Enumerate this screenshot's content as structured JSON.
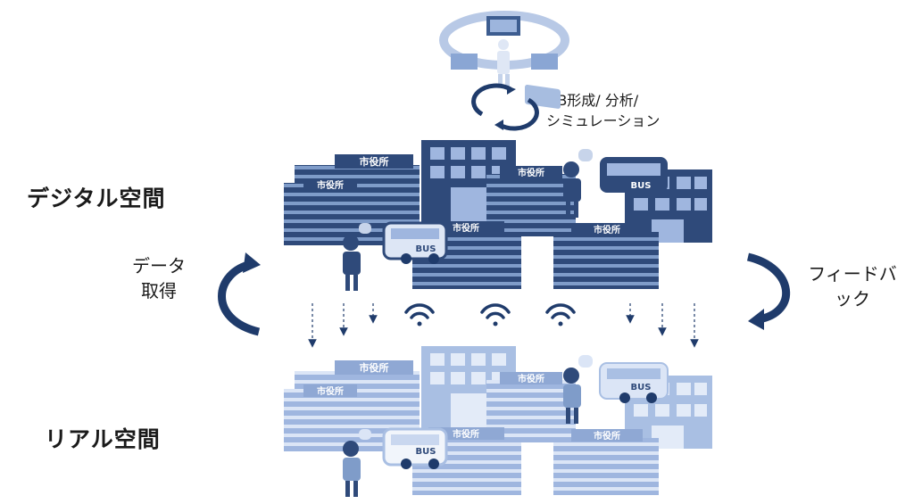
{
  "labels": {
    "digital_space": "デジタル空間",
    "real_space": "リアル空間",
    "data_acquisition_line1": "データ",
    "data_acquisition_line2": "取得",
    "feedback_line1": "フィードバック",
    "feedback_line2": "",
    "db_line1": "DB形成/ 分析/",
    "db_line2": "シミュレーション"
  },
  "scene_text": {
    "city_hall": "市役所",
    "bus": "BUS"
  },
  "colors": {
    "digital_dark": "#2f4a7a",
    "digital_mid": "#5a7aab",
    "real_light": "#a9bfe3",
    "real_mid": "#c9d7ef",
    "arrow": "#1f3b6b"
  }
}
